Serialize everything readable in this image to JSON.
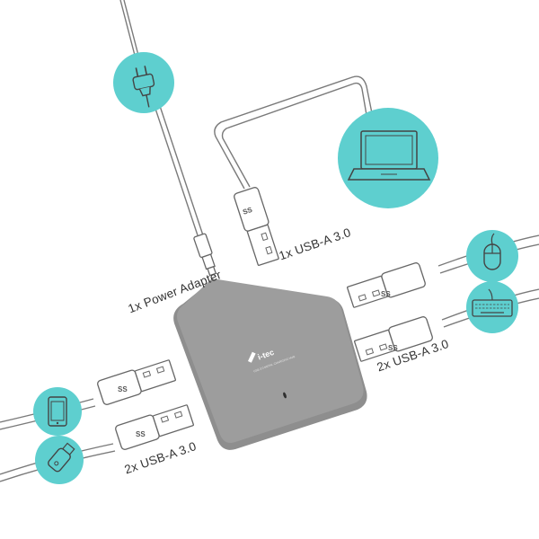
{
  "labels": {
    "power_adapter": "1x Power Adapter",
    "usb_upstream": "1x USB-A 3.0",
    "usb_right": "2x USB-A 3.0",
    "usb_left": "2x USB-A 3.0"
  },
  "hub": {
    "brand": "i-tec",
    "model_text": "USB 3.0 METAL CHARGING HUB"
  },
  "port_marking": "SS",
  "colors": {
    "accent": "#5ecfcf",
    "hub_body": "#8e8e8e",
    "hub_top": "#9c9c9c",
    "cable": "#7a7a7a"
  },
  "icons": [
    "power-plug-icon",
    "laptop-icon",
    "mouse-icon",
    "keyboard-icon",
    "smartphone-icon",
    "usb-flash-drive-icon"
  ]
}
